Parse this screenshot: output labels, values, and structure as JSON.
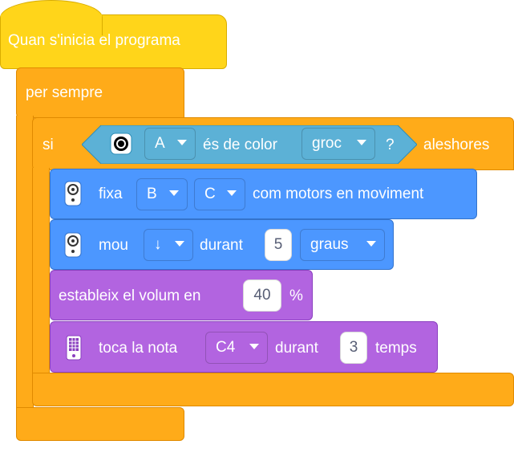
{
  "event_block": {
    "label": "Quan s'inicia el programa"
  },
  "forever_block": {
    "label": "per sempre"
  },
  "if_block": {
    "if_label": "si",
    "then_label": "aleshores",
    "condition": {
      "sensor_icon": "color-sensor-icon",
      "port": "A",
      "label": "és de color",
      "color_value": "groc",
      "question": "?"
    }
  },
  "blocks": {
    "set_motors": {
      "icon": "motor-pair-icon",
      "label": "fixa",
      "port1": "B",
      "port2": "C",
      "suffix": "com motors en moviment"
    },
    "move": {
      "icon": "motor-pair-icon",
      "label": "mou",
      "direction": "↓",
      "during": "durant",
      "amount": "5",
      "unit": "graus"
    },
    "volume": {
      "label": "estableix el volum en",
      "value": "40",
      "percent": "%"
    },
    "play_note": {
      "icon": "hub-speaker-icon",
      "label": "toca la nota",
      "note": "C4",
      "during": "durant",
      "beats": "3",
      "unit": "temps"
    }
  },
  "colors": {
    "event": "#ffd51a",
    "control": "#ffab19",
    "motor": "#4c97ff",
    "sound": "#b264e0",
    "sensor": "#5cb1d6"
  }
}
